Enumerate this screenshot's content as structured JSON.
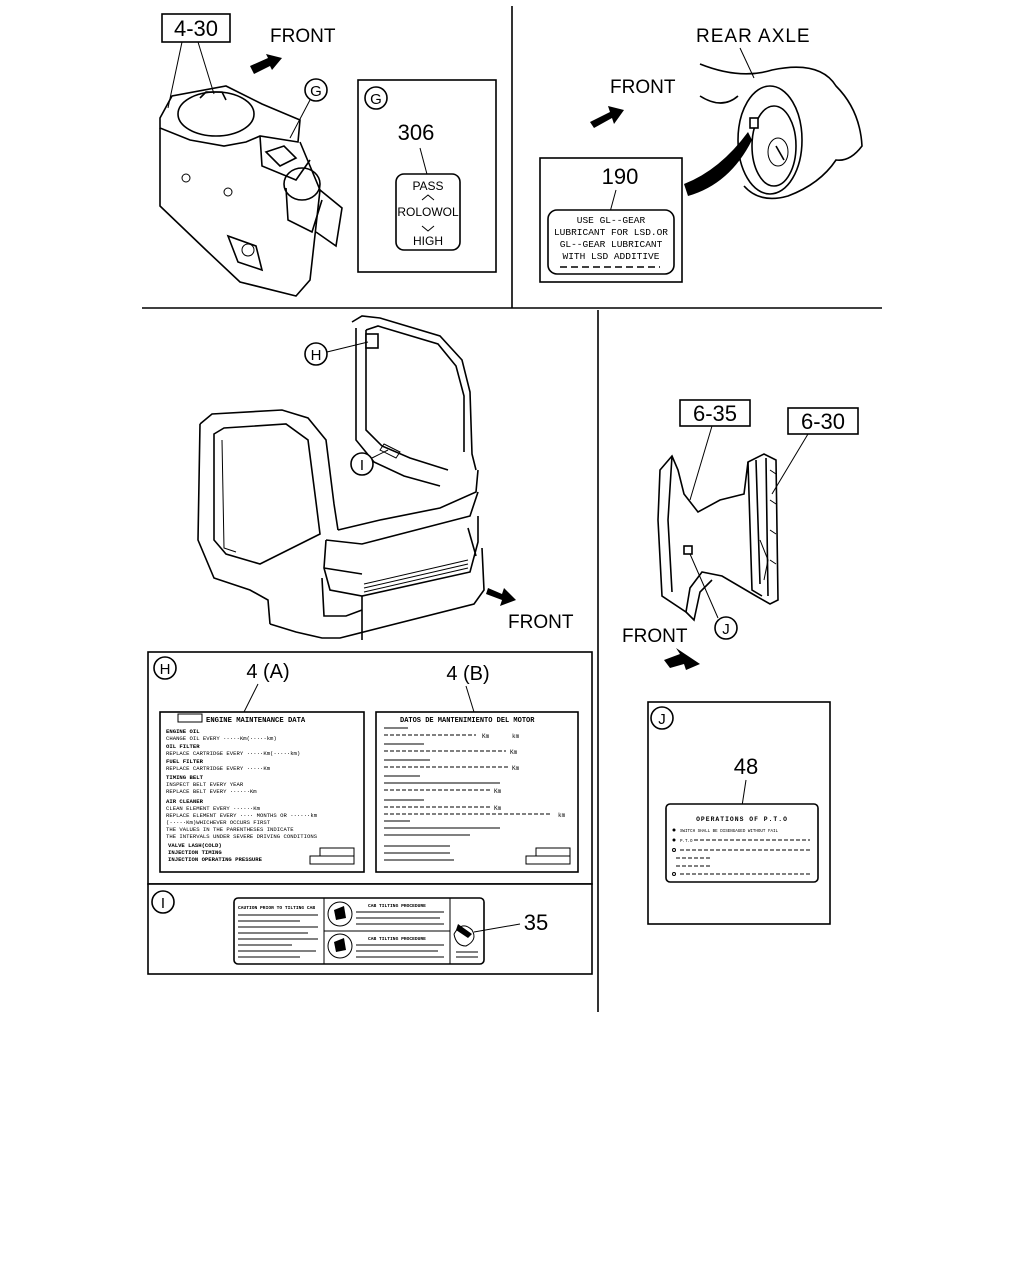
{
  "panel_top_left": {
    "ref_box": "4-30",
    "front_label": "FRONT",
    "callout": "G"
  },
  "inset_g": {
    "letter": "G",
    "part_no": "306",
    "label_pass": "PASS",
    "label_mid": "ROLOWOL",
    "label_high": "HIGH"
  },
  "panel_top_right": {
    "rear_axle": "REAR AXLE",
    "front_label": "FRONT",
    "part_no": "190",
    "label_lines": [
      "USE GL--GEAR",
      "LUBRICANT FOR LSD.OR",
      "GL--GEAR LUBRICANT",
      "WITH LSD ADDITIVE"
    ]
  },
  "panel_cab": {
    "callout_h": "H",
    "callout_i": "I",
    "front_label": "FRONT"
  },
  "panel_right": {
    "ref_a": "6-35",
    "ref_b": "6-30",
    "front_label": "FRONT",
    "callout_j": "J"
  },
  "inset_h": {
    "letter": "H",
    "part_a": "4 (A)",
    "part_b": "4 (B)",
    "label_a_title": "ENGINE MAINTENANCE DATA",
    "label_a_lines": [
      "ENGINE OIL",
      "CHANGE OIL EVERY ·····Km(·····km)",
      "OIL FILTER",
      "REPLACE CARTRIDGE EVERY ·····Km(·····km)",
      "FUEL FILTER",
      "REPLACE CARTRIDGE EVERY ·····Km",
      "TIMING BELT",
      "INSPECT BELT EVERY YEAR",
      "REPLACE BELT EVERY ······Km",
      "AIR CLEANER",
      "CLEAN ELEMENT EVERY ······Km",
      "REPLACE ELEMENT EVERY ···· MONTHS OR ······km",
      "(·····Km)WHICHEVER OCCURS FIRST",
      "THE VALUES IN THE PARENTHESES INDICATE",
      "THE INTERVALS UNDER SEVERE DRIVING CONDITIONS",
      "VALVE LASH(COLD)",
      "INJECTION TIMING",
      "INJECTION OPERATING PRESSURE"
    ],
    "label_b_title": "DATOS DE MANTENIMIENTO DEL MOTOR",
    "label_b_units": [
      "Km",
      "km",
      "Km",
      "Km",
      "Km",
      "Km",
      "km"
    ]
  },
  "inset_i": {
    "letter": "I",
    "part_no": "35",
    "label_left_title": "CAUTION PRIOR TO TILTING CAB",
    "label_right_top": "CAB TILTING PROCEDURE",
    "label_right_bottom": "CAB TILTING PROCEDURE"
  },
  "inset_j": {
    "letter": "J",
    "part_no": "48",
    "label_title": "OPERATIONS OF P.T.O",
    "label_lines": [
      "SWITCH SHALL BE DISENGAGED WITHOUT FAIL",
      "P.T.O"
    ]
  }
}
